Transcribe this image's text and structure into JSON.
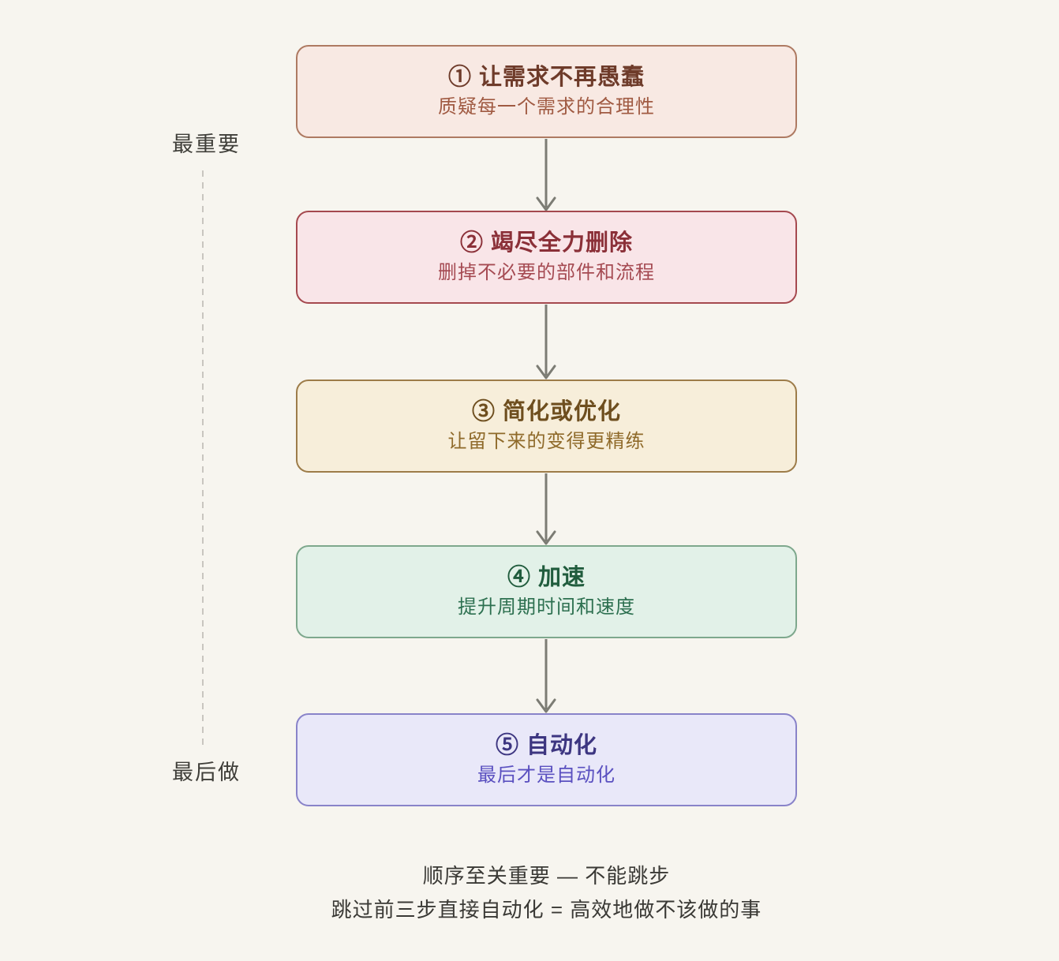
{
  "page": {
    "background": "#f7f5ef",
    "arrow_color": "#7c7c74",
    "caption_color": "#3a3935"
  },
  "rail": {
    "top_label": "最重要",
    "bottom_label": "最后做",
    "text_color": "#3f3e39",
    "line_color": "#c9c6c0"
  },
  "steps": [
    {
      "title": "① 让需求不再愚蠢",
      "subtitle": "质疑每一个需求的合理性",
      "bg": "#f8e9e3",
      "border": "#ae7a62",
      "title_color": "#6e3b2a",
      "subtitle_color": "#a05a42"
    },
    {
      "title": "② 竭尽全力删除",
      "subtitle": "删掉不必要的部件和流程",
      "bg": "#f9e5e8",
      "border": "#a5494f",
      "title_color": "#8b3038",
      "subtitle_color": "#a54a52"
    },
    {
      "title": "③ 简化或优化",
      "subtitle": "让留下来的变得更精练",
      "bg": "#f7eeda",
      "border": "#9d7c49",
      "title_color": "#6e4e1e",
      "subtitle_color": "#8f6a2a"
    },
    {
      "title": "④ 加速",
      "subtitle": "提升周期时间和速度",
      "bg": "#e2f1e8",
      "border": "#7ea88d",
      "title_color": "#205c3d",
      "subtitle_color": "#2d7050"
    },
    {
      "title": "⑤ 自动化",
      "subtitle": "最后才是自动化",
      "bg": "#e9e8f9",
      "border": "#8983c9",
      "title_color": "#3d3681",
      "subtitle_color": "#5a50c0"
    }
  ],
  "footer": {
    "line1": "顺序至关重要 — 不能跳步",
    "line2": "跳过前三步直接自动化 = 高效地做不该做的事"
  }
}
